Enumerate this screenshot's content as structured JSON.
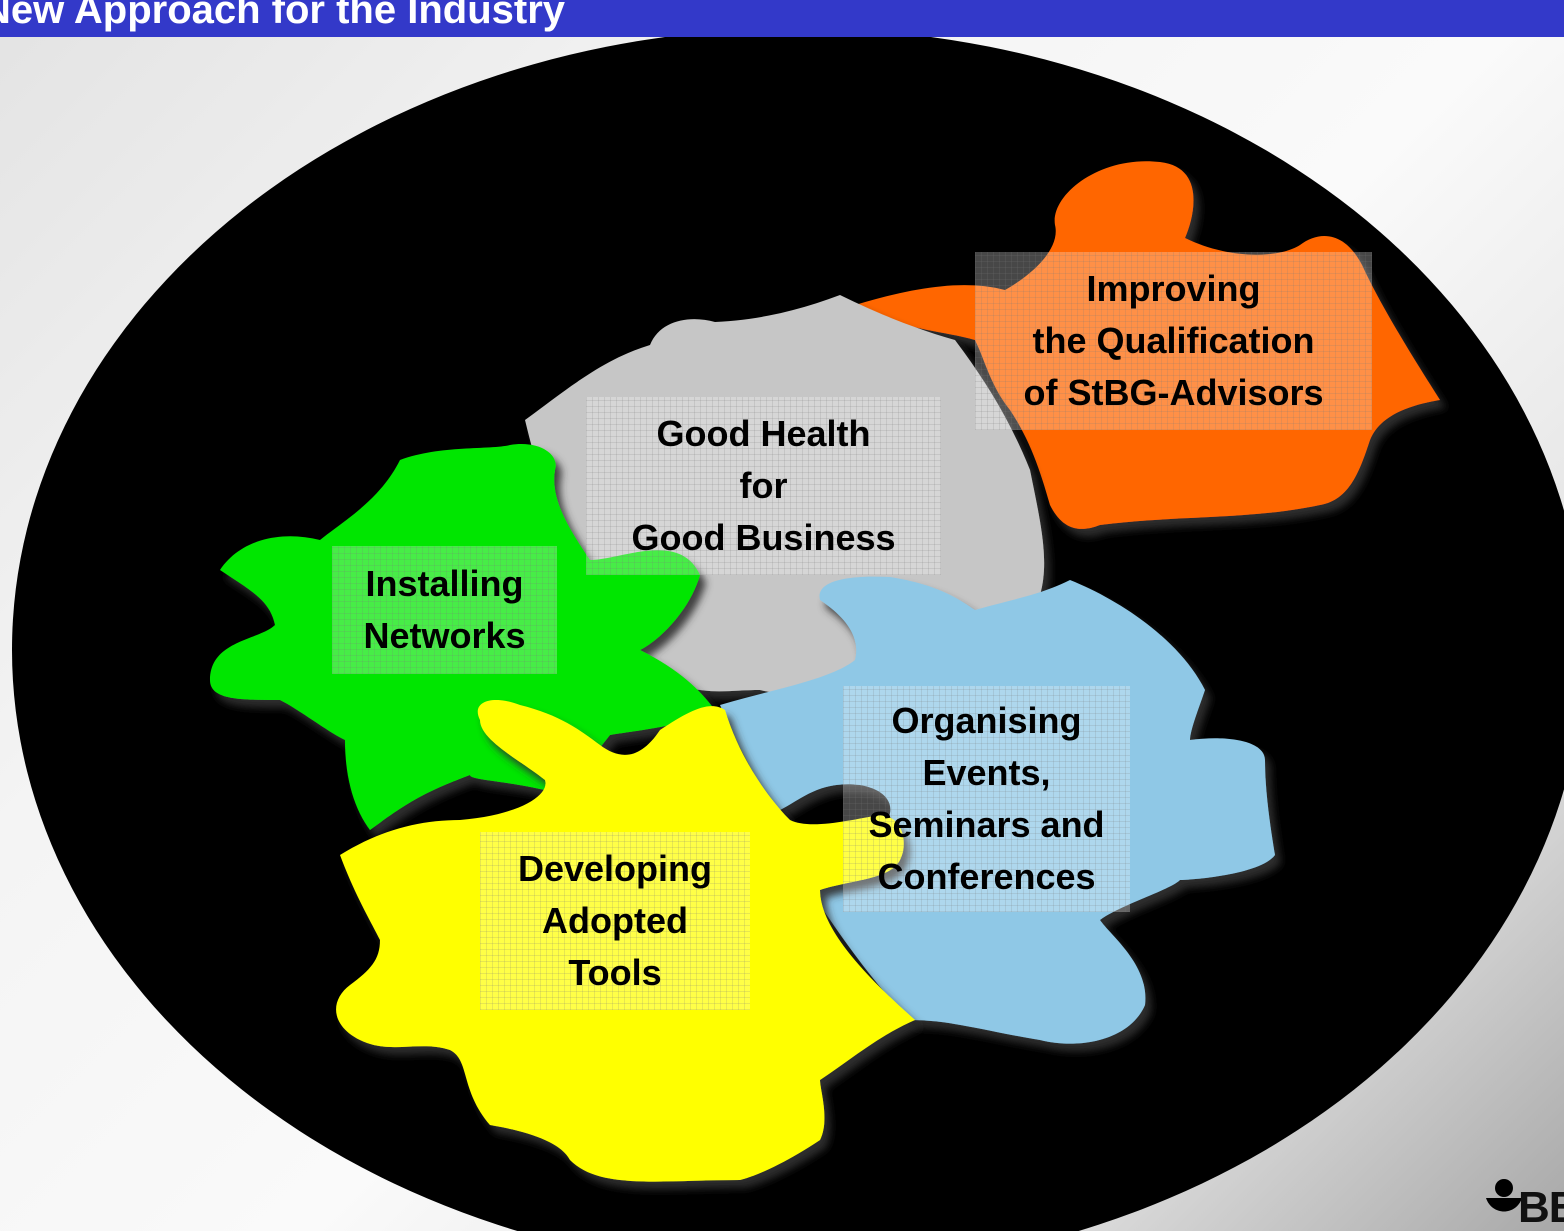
{
  "title": "New Approach for the Industry",
  "pieces": [
    {
      "name": "improving-qualification",
      "color": "#ff6600",
      "lines": [
        "Improving",
        "the Qualification",
        "of StBG-Advisors"
      ]
    },
    {
      "name": "good-health",
      "color": "#c6c6c6",
      "lines": [
        "Good  Health",
        "for",
        "Good Business"
      ]
    },
    {
      "name": "installing-networks",
      "color": "#00e600",
      "lines": [
        "Installing",
        "Networks"
      ]
    },
    {
      "name": "organising-events",
      "color": "#8fc8e6",
      "lines": [
        "Organising",
        "Events,",
        "Seminars and",
        "Conferences"
      ]
    },
    {
      "name": "developing-tools",
      "color": "#ffff00",
      "lines": [
        "Developing",
        "Adopted",
        "Tools"
      ]
    }
  ],
  "logo": {
    "text": "BB",
    "color": "#000000"
  },
  "colors": {
    "title_bar": "#3339c9",
    "oval": "#000000"
  }
}
